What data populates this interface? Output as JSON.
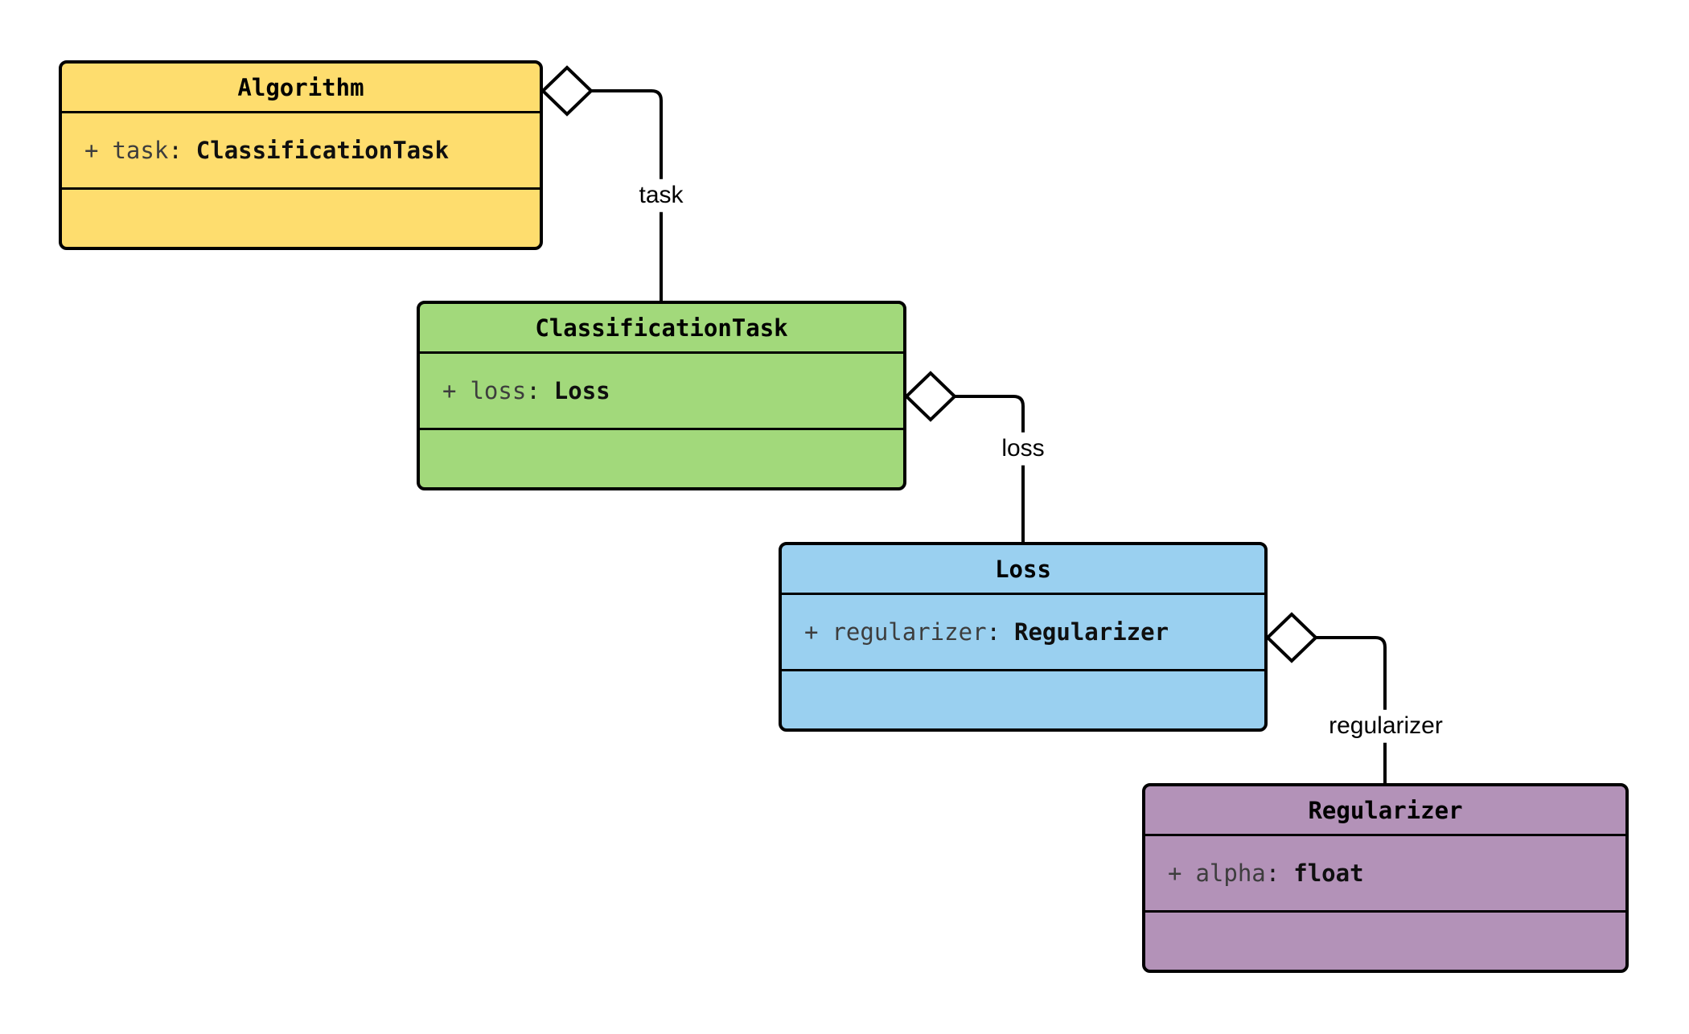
{
  "diagram": {
    "kind": "uml-class-diagram",
    "background": "#ffffff",
    "syntax": {
      "colon": ":"
    },
    "classes": [
      {
        "name": "Algorithm",
        "fill": "#FEDD6E",
        "attribute": {
          "visibility": "+",
          "name": "task",
          "type": "ClassificationTask"
        },
        "methods": []
      },
      {
        "name": "ClassificationTask",
        "fill": "#A2D97B",
        "attribute": {
          "visibility": "+",
          "name": "loss",
          "type": "Loss"
        },
        "methods": []
      },
      {
        "name": "Loss",
        "fill": "#9AD0F0",
        "attribute": {
          "visibility": "+",
          "name": "regularizer",
          "type": "Regularizer"
        },
        "methods": []
      },
      {
        "name": "Regularizer",
        "fill": "#B392B8",
        "attribute": {
          "visibility": "+",
          "name": "alpha",
          "type": "float"
        },
        "methods": []
      }
    ],
    "edges": [
      {
        "label": "task",
        "from": "Algorithm",
        "to": "ClassificationTask",
        "type": "aggregation"
      },
      {
        "label": "loss",
        "from": "ClassificationTask",
        "to": "Loss",
        "type": "aggregation"
      },
      {
        "label": "regularizer",
        "from": "Loss",
        "to": "Regularizer",
        "type": "aggregation"
      }
    ],
    "colors": {
      "box_border": "#000000",
      "edge_line": "#000000",
      "diamond_fill": "#ffffff",
      "attr_name": "#3d3d3d",
      "attr_type": "#0f0f0f",
      "label_text": "#000000"
    }
  }
}
